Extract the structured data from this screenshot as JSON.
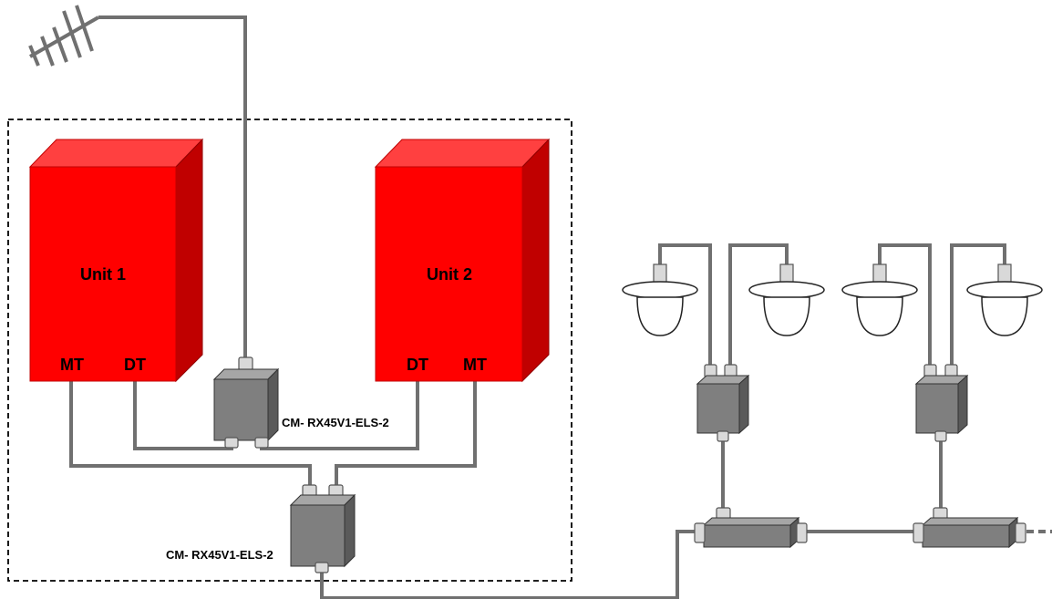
{
  "units": [
    {
      "name": "Unit 1",
      "ports": [
        "MT",
        "DT"
      ]
    },
    {
      "name": "Unit 2",
      "ports": [
        "DT",
        "MT"
      ]
    }
  ],
  "combiners": [
    {
      "label": "CM- RX45V1-ELS-2"
    },
    {
      "label": "CM- RX45V1-ELS-2"
    }
  ],
  "colors": {
    "unit_front": "#ff0000",
    "unit_top": "#ff4040",
    "unit_side": "#c00000",
    "device_body": "#7f7f7f",
    "device_side": "#5a5a5a",
    "cable": "#707070",
    "connector": "#d9d9d9"
  }
}
